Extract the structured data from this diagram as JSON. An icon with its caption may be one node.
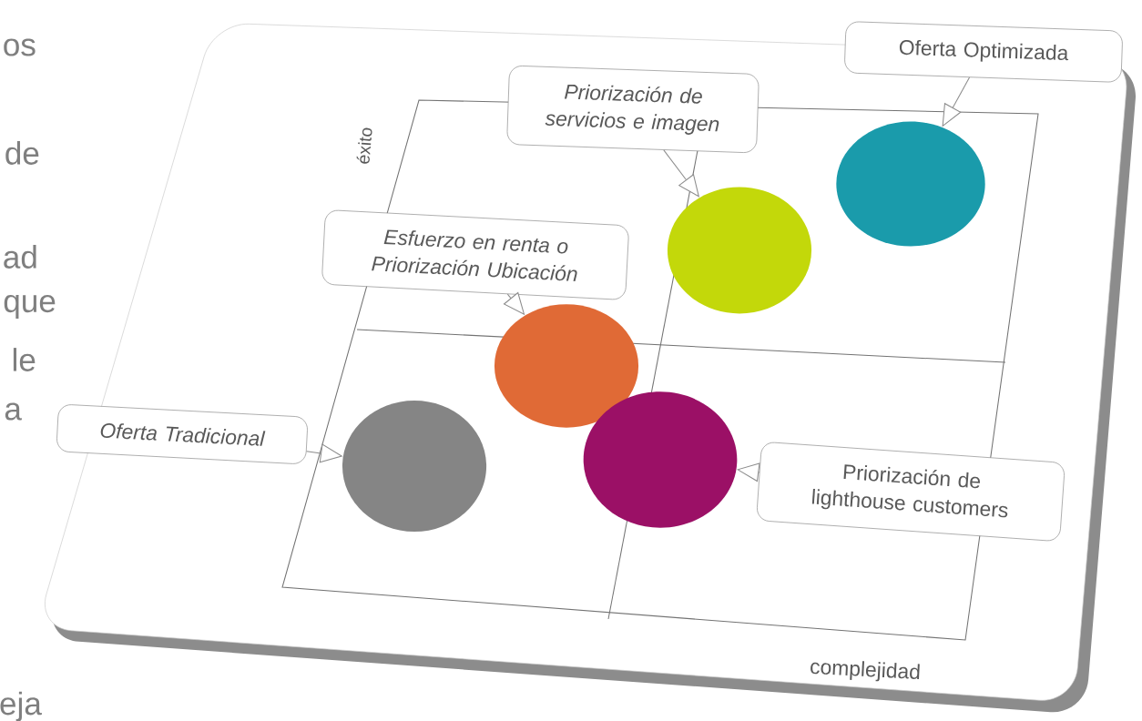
{
  "diagram": {
    "nodes": [
      {
        "text": [
          "Oferta Optimizada"
        ]
      },
      {
        "text": [
          "Priorización de servicios e imagen"
        ]
      },
      {
        "text": [
          "Esfuerzo en renta o Priorización Ubicación"
        ]
      },
      {
        "text": [
          "Oferta Tradicional"
        ]
      },
      {
        "text": [
          "Priorización de lighthouse customers"
        ]
      },
      {
        "text": [],
        "shape": "circle"
      },
      {
        "text": [],
        "shape": "circle"
      },
      {
        "text": [],
        "shape": "circle"
      },
      {
        "text": [],
        "shape": "circle"
      },
      {
        "text": [],
        "shape": "circle"
      }
    ],
    "edges": [
      {
        "from": 0,
        "to": 5,
        "arrow": "to"
      },
      {
        "from": 1,
        "to": 6,
        "arrow": "to"
      },
      {
        "from": 2,
        "to": 7,
        "arrow": "to"
      },
      {
        "from": 3,
        "to": 9,
        "arrow": "to"
      },
      {
        "from": 4,
        "to": 8,
        "arrow": "to"
      }
    ],
    "labels": [
      "os",
      "de",
      "ad",
      "que",
      "le",
      "a",
      "éxito",
      "complejidad",
      "eja"
    ]
  }
}
